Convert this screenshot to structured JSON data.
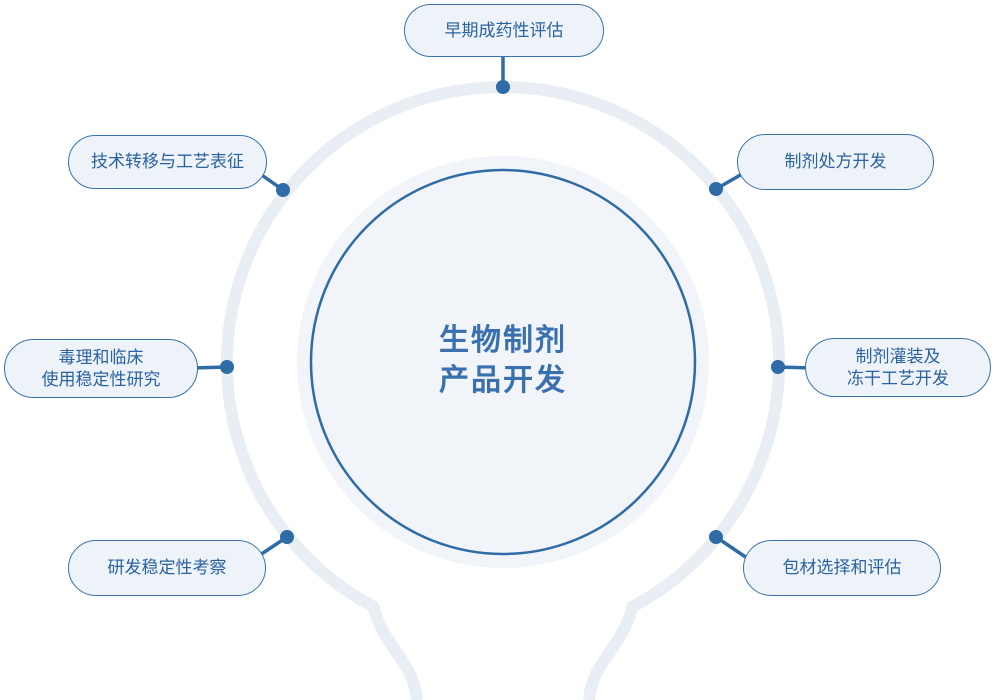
{
  "diagram": {
    "center": {
      "line1": "生物制剂",
      "line2": "产品开发"
    },
    "nodes": {
      "top": {
        "label": "早期成药性评估"
      },
      "upper_left": {
        "label": "技术转移与工艺表征"
      },
      "upper_right": {
        "label": "制剂处方开发"
      },
      "left": {
        "line1": "毒理和临床",
        "line2": "使用稳定性研究"
      },
      "right": {
        "line1": "制剂灌装及",
        "line2": "冻干工艺开发"
      },
      "lower_left": {
        "label": "研发稳定性考察"
      },
      "lower_right": {
        "label": "包材选择和评估"
      }
    },
    "colors": {
      "accent_blue": "#2e6ba7",
      "pill_border": "#3b72ac",
      "pill_background": "#eef3f9",
      "pill_text": "#2a62a2",
      "center_text": "#3a70ae",
      "circle_fill": "#f1f4f8",
      "ring": "#e9edf4",
      "background": "#ffffff"
    }
  }
}
